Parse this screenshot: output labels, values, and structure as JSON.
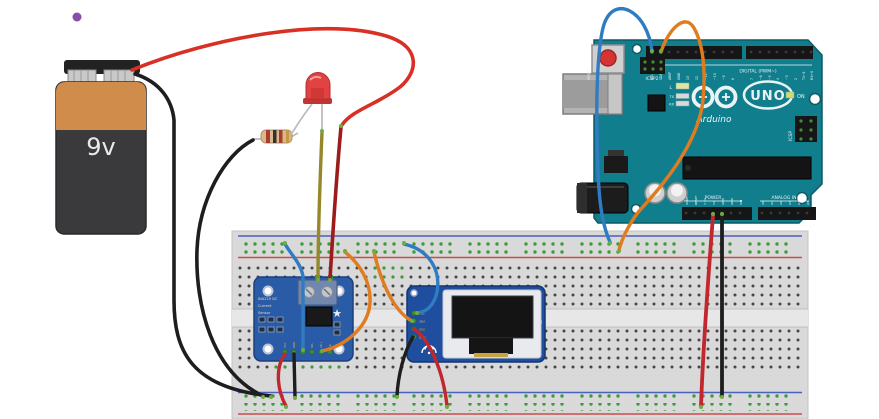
{
  "battery": {
    "label": "9v"
  },
  "sensor": {
    "line1": "INA219 DC",
    "line2": "Current",
    "line3": "Sensor",
    "pins": [
      "VCC",
      "GND",
      "SDA",
      "SCL",
      "Vin+",
      "Vin-"
    ]
  },
  "oled": {
    "pins": [
      "SCL",
      "SDA",
      "VCC",
      "GND"
    ]
  },
  "arduino": {
    "brand": "Arduino",
    "model": "UNO",
    "digital_label": "DIGITAL (PWM~)",
    "power_label": "POWER",
    "analog_label": "ANALOG IN",
    "icsp_label": "ICSP",
    "icsp2_label": "ICSP2",
    "reset_label": "RESET",
    "on_label": "ON",
    "l_label": "L",
    "tx_label": "TX",
    "rx_label": "RX",
    "digital_pins": [
      "SCL",
      "SDA",
      "AREF",
      "GND",
      "13",
      "12",
      "~11",
      "~10",
      "~9",
      "8",
      "7",
      "~6",
      "~5",
      "4",
      "~3",
      "2",
      "TX→1",
      "RX←0"
    ],
    "power_pins": [
      "IOREF",
      "RESET",
      "3.3V",
      "5V",
      "GND",
      "GND",
      "VIN"
    ],
    "analog_pins": [
      "A0",
      "A1",
      "A2",
      "A3",
      "A4",
      "A5"
    ]
  },
  "colors": {
    "arduino_board": "#117e8e",
    "sensor_board": "#2a5ba6",
    "oled_board": "#1f4e9e",
    "breadboard": "#d9d9d9",
    "rail_positive": "#cf4a4a",
    "rail_negative": "#4a5fc0",
    "wire_red": "#c1272d",
    "wire_red_bright": "#d93025",
    "wire_red_dark": "#9c1b1d",
    "wire_black": "#1e1e1e",
    "wire_blue": "#2f7cc2",
    "wire_orange": "#e07b1f",
    "wire_olive": "#94882a",
    "connection_green": "#3f9b3f",
    "battery_band": "#d08c4a",
    "led_red": "#e24242",
    "purple_dot": "#8a4dab"
  }
}
